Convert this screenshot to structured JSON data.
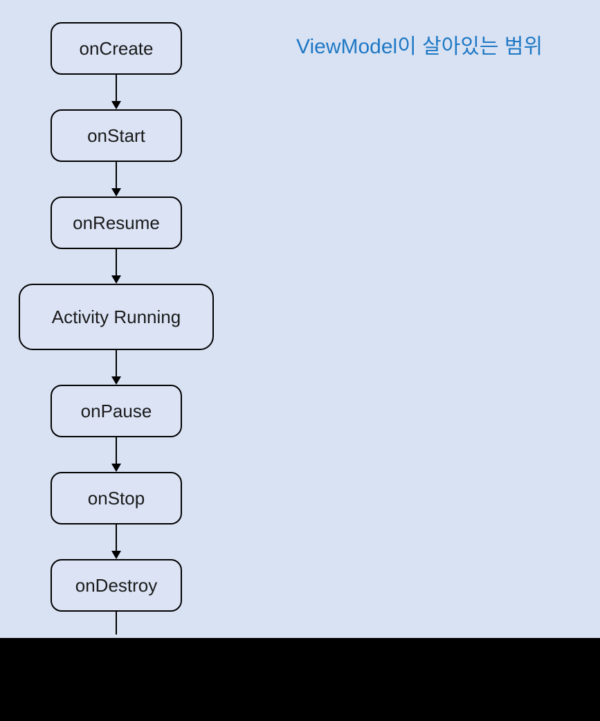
{
  "title": {
    "text": "ViewModel이 살아있는 범위"
  },
  "diagram": {
    "nodes": [
      {
        "id": "on-create",
        "label": "onCreate",
        "size": "small"
      },
      {
        "id": "on-start",
        "label": "onStart",
        "size": "small"
      },
      {
        "id": "on-resume",
        "label": "onResume",
        "size": "small"
      },
      {
        "id": "activity-running",
        "label": "Activity Running",
        "size": "large"
      },
      {
        "id": "on-pause",
        "label": "onPause",
        "size": "small"
      },
      {
        "id": "on-stop",
        "label": "onStop",
        "size": "small"
      },
      {
        "id": "on-destroy",
        "label": "onDestroy",
        "size": "small"
      }
    ],
    "connector_style": "arrow-down"
  },
  "colors": {
    "background": "#d9e2f3",
    "node_fill": "#dbe3f5",
    "node_border": "#000000",
    "title_blue": "#1e78c4",
    "footer_black": "#000000"
  }
}
